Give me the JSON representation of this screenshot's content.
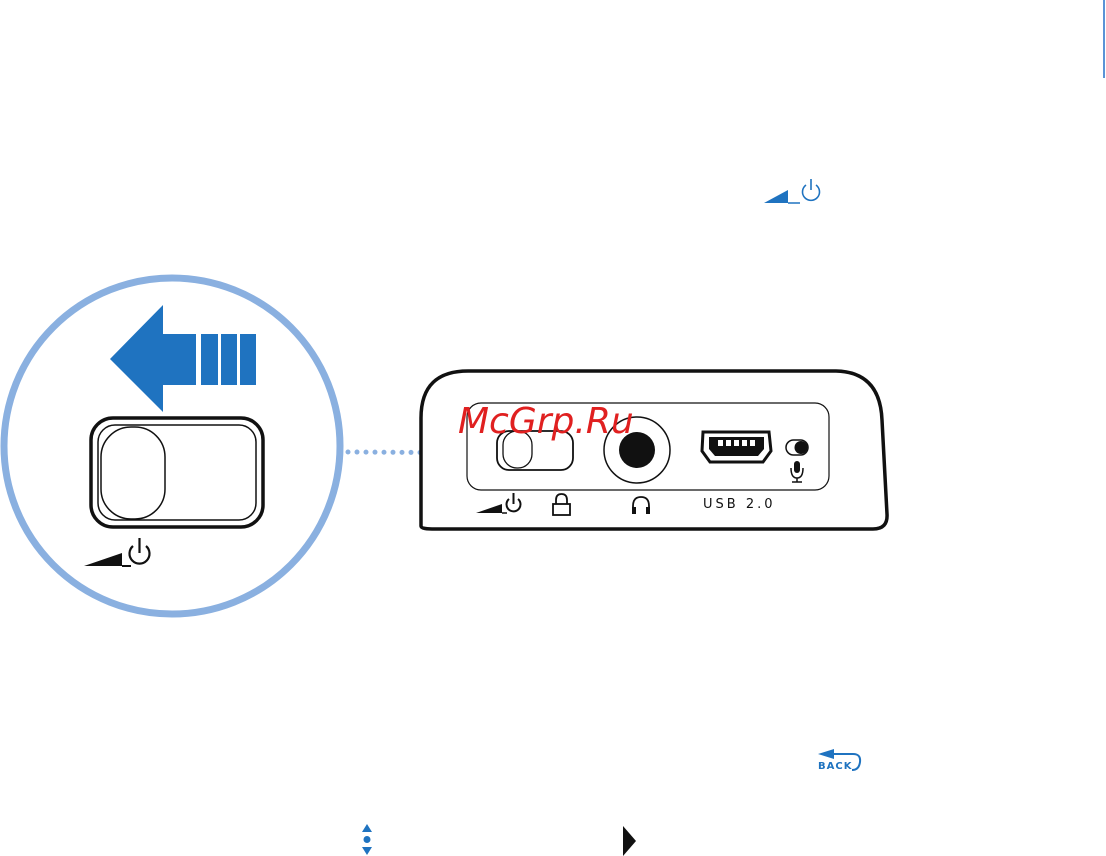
{
  "watermark": "McGrp.Ru",
  "device": {
    "usb_label": "USB 2.0"
  },
  "footer": {
    "back_label": "BACK"
  },
  "icons": {
    "volume_power": "volume-power-icon",
    "lock": "lock-icon",
    "headphones": "headphones-icon",
    "usb": "usb-port-icon",
    "microphone": "microphone-icon",
    "back": "back-arrow-icon",
    "scroll": "scroll-up-down-icon",
    "play": "play-triangle-icon",
    "arrow": "slide-left-arrow-icon"
  },
  "colors": {
    "accent_blue": "#1f73c0",
    "circle_blue": "#8ab0e0",
    "outline": "#111111"
  }
}
